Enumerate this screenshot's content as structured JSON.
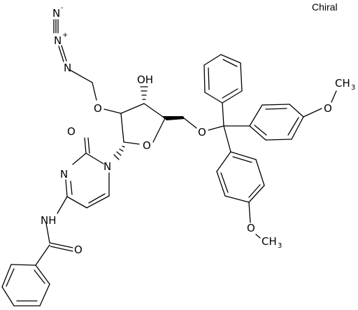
{
  "flag": "Chiral",
  "labels": {
    "n_azide_top": "N",
    "n_azide_mid": "N",
    "n_azide_low": "N",
    "o_ether_ch2": "O",
    "hydroxyl": "OH",
    "o_ring": "O",
    "o_dmt": "O",
    "methoxy_top": "O",
    "ch3_top": "CH",
    "ch3_top_sub": "3",
    "methoxy_bottom": "O",
    "ch3_bottom": "CH",
    "ch3_bottom_sub": "3",
    "o_carbonyl": "O",
    "n_pyrimidine": "N",
    "n1_pyrimidine": "N",
    "nh_amide": "NH",
    "o_amide": "O",
    "charge_minus": "-",
    "charge_plus": "+"
  }
}
